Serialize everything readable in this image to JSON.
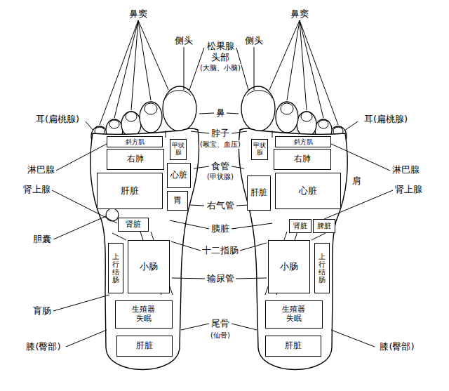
{
  "diagram": {
    "nodes": [
      {
        "text": [
          "甲状腺"
        ]
      },
      {
        "text": [
          "斜方肌"
        ]
      },
      {
        "text": [
          "右肺"
        ]
      },
      {
        "text": [
          "心脏"
        ]
      },
      {
        "text": [
          "肝脏"
        ]
      },
      {
        "text": [
          "胃"
        ]
      },
      {
        "text": [
          "肾脏"
        ]
      },
      {
        "text": [
          "小肠"
        ]
      },
      {
        "text": [
          "上行结肠"
        ]
      },
      {
        "text": [
          "生殖器 失眠"
        ]
      },
      {
        "text": [
          "肝脏"
        ]
      },
      {
        "text": [
          "甲状腺"
        ]
      },
      {
        "text": [
          "斜方肌"
        ]
      },
      {
        "text": [
          "右肺"
        ]
      },
      {
        "text": [
          "心脏"
        ]
      },
      {
        "text": [
          "肝脏"
        ]
      },
      {
        "text": [
          "肾脏"
        ]
      },
      {
        "text": [
          "脾脏"
        ]
      },
      {
        "text": [
          "小肠"
        ]
      },
      {
        "text": [
          "上行结肠"
        ]
      },
      {
        "text": [
          "生殖器 失眠"
        ]
      },
      {
        "text": [
          "肝脏"
        ]
      }
    ],
    "labels": [
      "鼻窦",
      "侧头",
      "松果腺",
      "头部",
      "(大脑、小脑)",
      "侧头",
      "鼻窦",
      "耳(扁桃腺)",
      "鼻",
      "耳(扁桃腺)",
      "脖子",
      "(喉宝、血压)",
      "淋巴腺",
      "食管",
      "(甲状腺)",
      "淋巴腺",
      "肾上腺",
      "肾上腺",
      "肩",
      "右气管",
      "胰脏",
      "胆囊",
      "十二指肠",
      "输尿管",
      "肓肠",
      "尾骨",
      "(仙骨)",
      "膝(臀部)",
      "膝(臀部)"
    ]
  }
}
